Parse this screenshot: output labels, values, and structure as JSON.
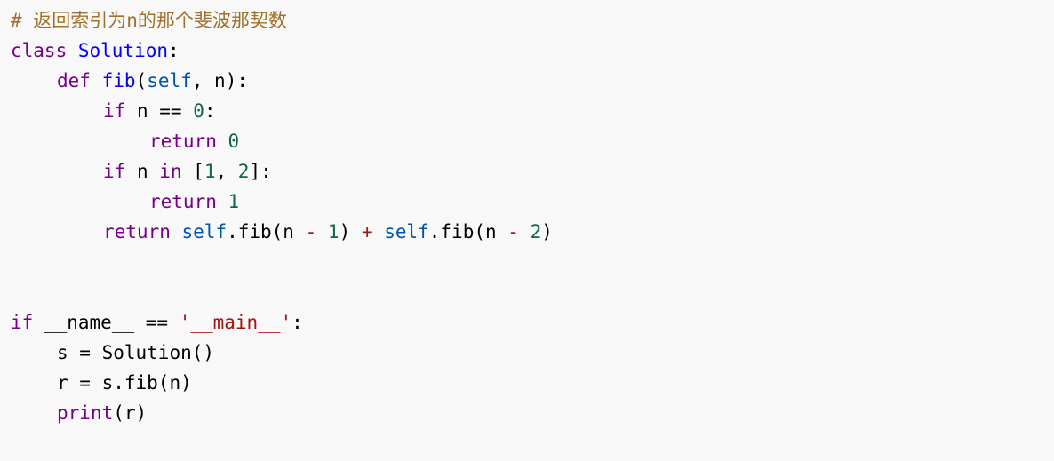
{
  "code": {
    "comment": "# 返回索引为n的那个斐波那契数",
    "class_kw": "class",
    "class_name": "Solution",
    "colon": ":",
    "def_kw": "def",
    "func_name": "fib",
    "params_open": "(",
    "self_kw": "self",
    "params_rest": ", n):",
    "if_kw": "if",
    "n_eq": " n ",
    "eq_op": "==",
    "zero": "0",
    "return_kw": "return",
    "ret_zero": "0",
    "n_in": " n ",
    "in_kw": "in",
    "list_open": " [",
    "one": "1",
    "comma": ", ",
    "two": "2",
    "list_close": "]:",
    "ret_one": "1",
    "self_call": "self",
    "fib_call_open": ".fib(n ",
    "minus": "-",
    "arg_one": "1",
    "close_paren": ") ",
    "plus": "+",
    "space": " ",
    "fib_call_open2": ".fib(n ",
    "arg_two": "2",
    "close_paren2": ")",
    "main_if": "if",
    "dunder_name": " __name__ ",
    "main_str": "'__main__'",
    "s_assign": "s ",
    "assign_op": "=",
    "solution_call": " Solution()",
    "r_assign": "r ",
    "s_fib": " s.fib(n)",
    "print_fn": "print",
    "print_args": "(r)"
  }
}
